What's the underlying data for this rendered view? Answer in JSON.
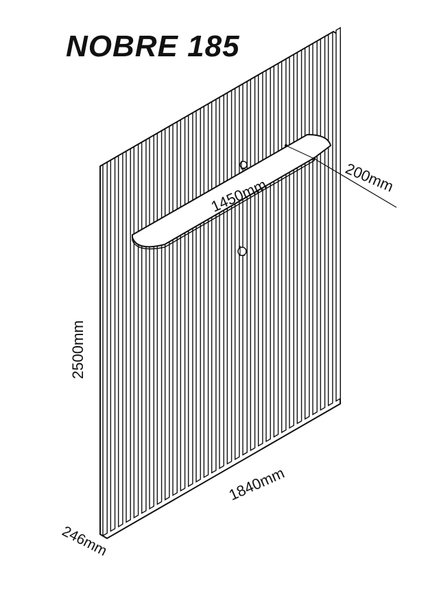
{
  "title": "NOBRE 185",
  "dimensions": {
    "shelf_length": "1450mm",
    "shelf_depth": "200mm",
    "height": "2500mm",
    "width": "1840mm",
    "depth": "246mm"
  },
  "slat_count": 31,
  "colors": {
    "line": "#111111",
    "background": "#ffffff"
  }
}
